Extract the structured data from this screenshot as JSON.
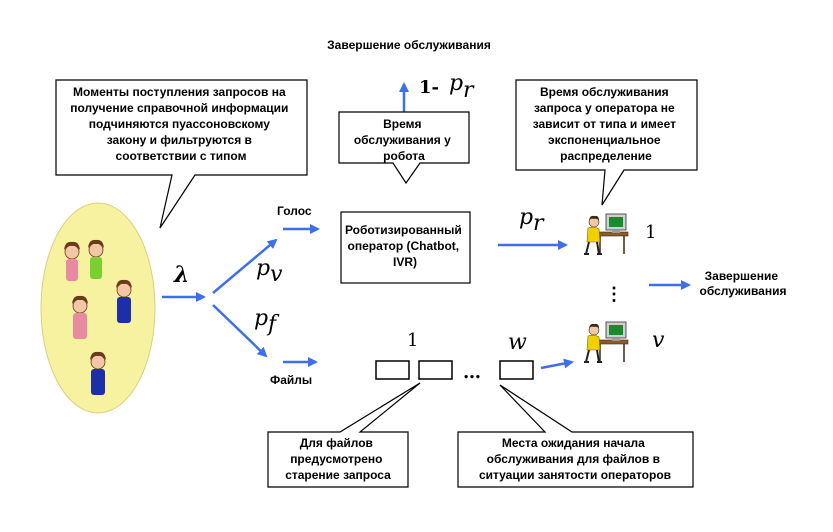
{
  "title": "Завершение обслуживания",
  "arrival_rate_symbol": "λ",
  "prob_voice": "p",
  "prob_voice_sub": "v",
  "prob_files": "p",
  "prob_files_sub": "f",
  "prob_robot": "p",
  "prob_robot_sub": "r",
  "one_minus_prefix": "1-",
  "one_minus_p": "p",
  "one_minus_sub": "r",
  "voice_label": "Голос",
  "files_label": "Файлы",
  "robot_box_lines": [
    "Роботизированный",
    "оператор (Chatbot,",
    "IVR)"
  ],
  "operator_first_index": "1",
  "operator_last_index": "v",
  "operator_ellipsis": "⋮",
  "queue_first_index": "1",
  "queue_last_index": "w",
  "queue_ellipsis": "…",
  "exit_label_lines": [
    "Завершение",
    "обслуживания"
  ],
  "callouts": {
    "arrivals": [
      "Моменты поступления запросов на",
      "получение справочной информации",
      "подчиняются пуассоновскому",
      "закону и фильтруются в",
      "соответствии с типом"
    ],
    "robot_time": [
      "Время",
      "обслуживания у",
      "робота"
    ],
    "operator_time": [
      "Время обслуживания",
      "запроса у оператора не",
      "зависит от типа и имеет",
      "экспоненциальное",
      "распределение"
    ],
    "aging": [
      "Для файлов",
      "предусмотрено",
      "старение запроса"
    ],
    "waiting": [
      "Места ожидания начала",
      "обслуживания для файлов в",
      "ситуации занятости операторов"
    ]
  },
  "colors": {
    "arrow": "#3f6fe8",
    "crowd_fill": "#f7f2a0",
    "operator_shirt": "#f0d000",
    "monitor_screen": "#1a8a2a"
  }
}
